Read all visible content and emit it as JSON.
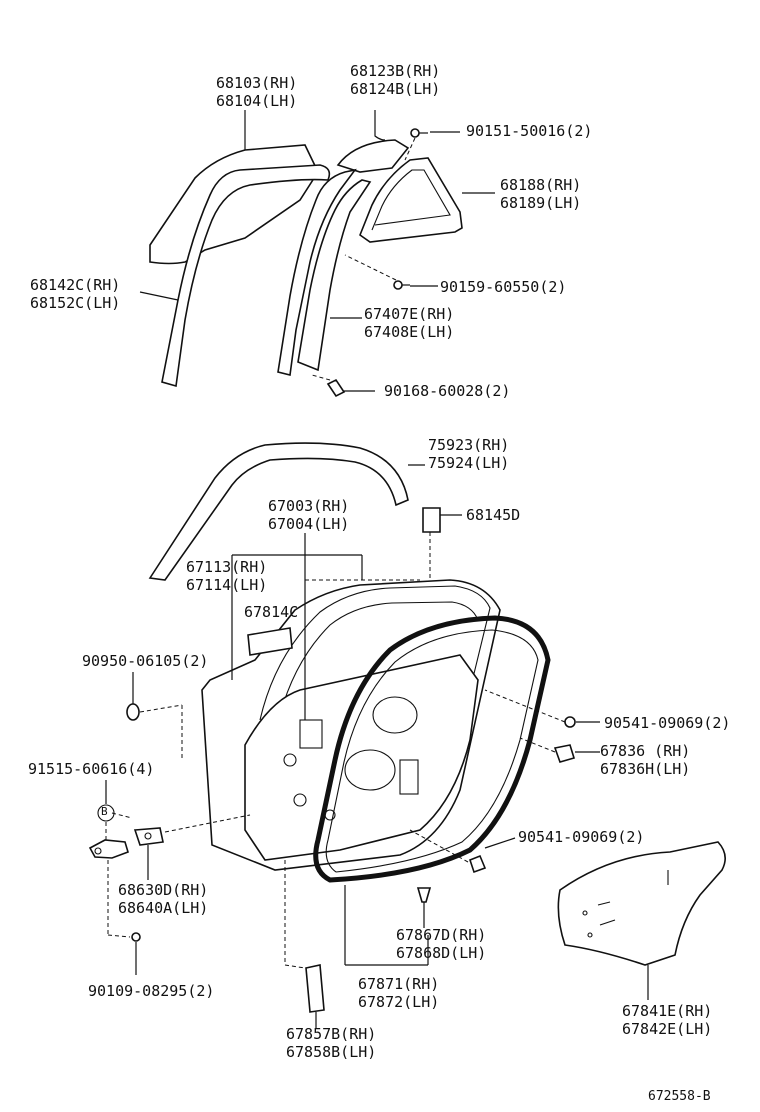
{
  "callouts": [
    {
      "id": "glass",
      "lines": [
        "68103(RH)",
        "68104(LH)"
      ]
    },
    {
      "id": "qtr-glass",
      "lines": [
        "68123B(RH)",
        "68124B(LH)"
      ]
    },
    {
      "id": "screw-1",
      "lines": [
        "90151-50016(2)"
      ]
    },
    {
      "id": "qtr-frame",
      "lines": [
        "68188(RH)",
        "68189(LH)"
      ]
    },
    {
      "id": "run-channel",
      "lines": [
        "68142C(RH)",
        "68152C(LH)"
      ]
    },
    {
      "id": "bolt-1",
      "lines": [
        "90159-60550(2)"
      ]
    },
    {
      "id": "division-bar",
      "lines": [
        "67407E(RH)",
        "67408E(LH)"
      ]
    },
    {
      "id": "screw-2",
      "lines": [
        "90168-60028(2)"
      ]
    },
    {
      "id": "moulding",
      "lines": [
        "75923(RH)",
        "75924(LH)"
      ]
    },
    {
      "id": "door-panel",
      "lines": [
        "67003(RH)",
        "67004(LH)"
      ]
    },
    {
      "id": "pad",
      "lines": [
        "68145D"
      ]
    },
    {
      "id": "outer-panel",
      "lines": [
        "67113(RH)",
        "67114(LH)"
      ]
    },
    {
      "id": "seal-pad",
      "lines": [
        "67814C"
      ]
    },
    {
      "id": "hole-plug",
      "lines": [
        "90950-06105(2)"
      ]
    },
    {
      "id": "nut-1",
      "lines": [
        "90541-09069(2)"
      ]
    },
    {
      "id": "cushion",
      "lines": [
        "67836  (RH)",
        "67836H(LH)"
      ]
    },
    {
      "id": "bolt-2",
      "lines": [
        "91515-60616(4)"
      ]
    },
    {
      "id": "nut-2",
      "lines": [
        "90541-09069(2)"
      ]
    },
    {
      "id": "hinge",
      "lines": [
        "68630D(RH)",
        "68640A(LH)"
      ]
    },
    {
      "id": "clip",
      "lines": [
        "67867D(RH)",
        "67868D(LH)"
      ]
    },
    {
      "id": "screw-3",
      "lines": [
        "90109-08295(2)"
      ]
    },
    {
      "id": "weatherstrip",
      "lines": [
        "67871(RH)",
        "67872(LH)"
      ]
    },
    {
      "id": "hole-cover",
      "lines": [
        "67841E(RH)",
        "67842E(LH)"
      ]
    },
    {
      "id": "plug",
      "lines": [
        "67857B(RH)",
        "67858B(LH)"
      ]
    }
  ],
  "marker_b": "B",
  "drawing_id": "672558-B"
}
